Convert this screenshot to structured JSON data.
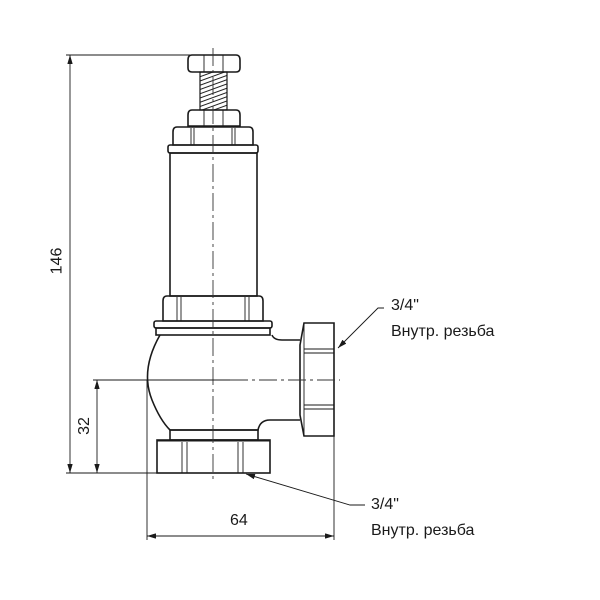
{
  "dimensions": {
    "height_total": "146",
    "inlet_axis_height": "32",
    "width": "64"
  },
  "callouts": {
    "side_port": {
      "size": "3/4\"",
      "type": "Внутр. резьба"
    },
    "bottom_port": {
      "size": "3/4\"",
      "type": "Внутр. резьба"
    }
  }
}
